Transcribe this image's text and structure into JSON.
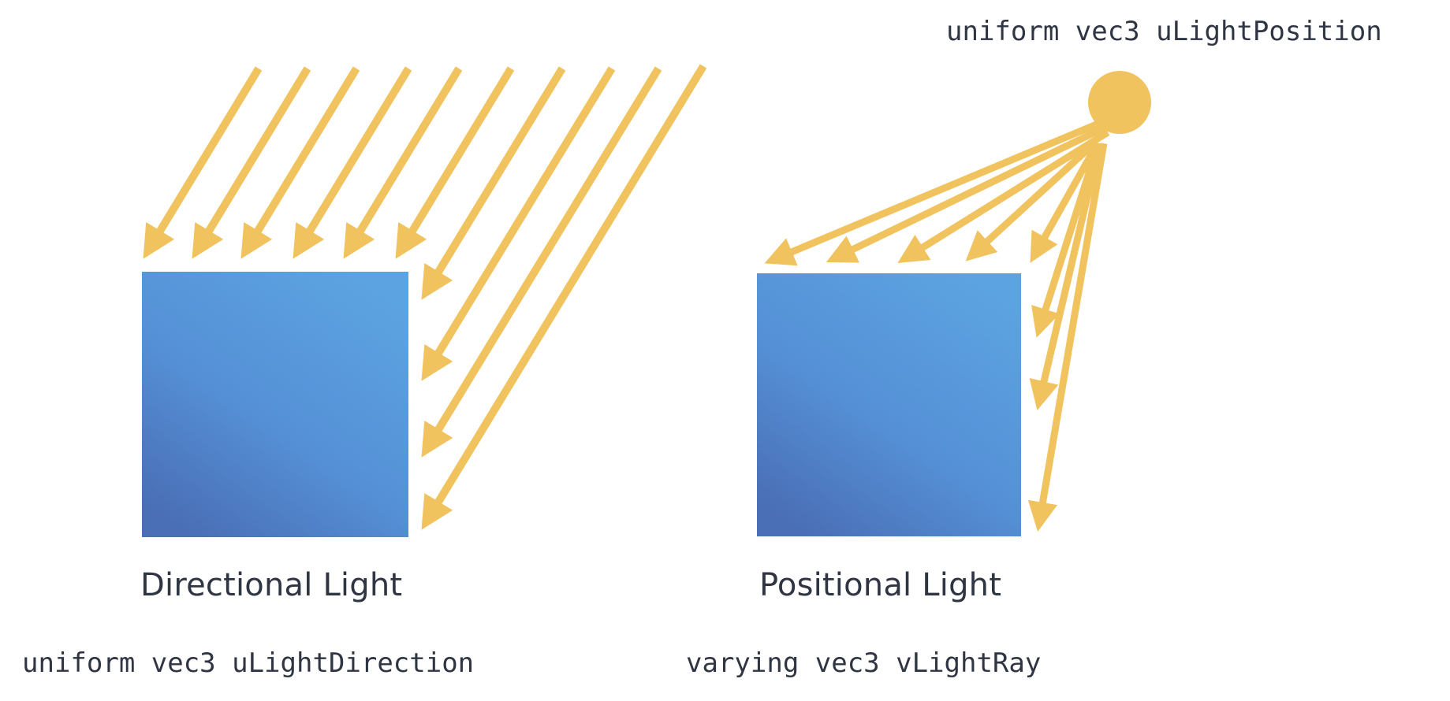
{
  "directional": {
    "caption": "Directional Light",
    "code": "uniform vec3 uLightDirection"
  },
  "positional": {
    "caption": "Positional Light",
    "code": "varying vec3 vLightRay",
    "light_code": "uniform vec3 uLightPosition"
  },
  "colors": {
    "ray": "#f0c35e",
    "cube_light": "#5ba0de",
    "cube_dark": "#4a72b8",
    "text": "#2f3542"
  }
}
